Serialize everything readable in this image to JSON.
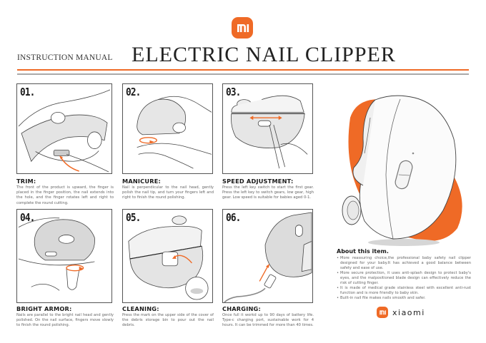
{
  "header": {
    "brand_logo": "mi-logo-icon",
    "subtitle": "INSTRUCTION MANUAL",
    "title": "ELECTRIC NAIL CLIPPER"
  },
  "colors": {
    "accent": "#ef6a26",
    "rule_gray": "#a9a9a9",
    "text_dark": "#1a1a1a",
    "text_body": "#666666"
  },
  "steps": [
    {
      "number": "01.",
      "title": "TRIM:",
      "text": "The front of the product is upward, the finger is placed in the finger position, the nail extends into the hole, and the finger rotates left and right to complete the round cutting."
    },
    {
      "number": "02.",
      "title": "MANICURE:",
      "text": "Nail is perpendicular to the nail head, gently polish the nail tip, and turn your fingers left and right to finish the round polishing."
    },
    {
      "number": "03.",
      "title": "SPEED ADJUSTMENT:",
      "text": "Press the left key switch to start the first gear. Press the left key to switch gears, low gear, high gear. Low speed is suitable for babies aged 0-1."
    },
    {
      "number": "04.",
      "title": "BRIGHT ARMOR:",
      "text": "Nails are parallel to the bright nail head and gently polished. On the nail surface, fingers move slowly to finish the round polishing."
    },
    {
      "number": "05.",
      "title": "CLEANING:",
      "text": "Press the mark on the upper side of the cover of the debris storage bin to pour out the nail debris."
    },
    {
      "number": "06.",
      "title": "CHARGING:",
      "text": "Once full it workd up to 90 days of battery life. Type-c charging port, sustainable work for 4 hours. It can be trimmed for more than 40 times."
    }
  ],
  "about": {
    "title": "About this item.",
    "bullets": [
      "More reassuring choice,the professional baby safety nail clipper designed for your baby.It has achieved a good balance between safety and ease of use.",
      "More secure protection, it uses anti-splash design to protect baby's eyes, and the malpositioned blade design can effectively reduce the risk of cutting finger.",
      "It is made of medical grade stainless steel with excellent anti-rust function and is more friendly to baby skin.",
      "Built-in nail file makes nails smooth and safer."
    ]
  },
  "footer_brand": {
    "logo": "mi-logo-icon",
    "wordmark": "xiaomi"
  }
}
